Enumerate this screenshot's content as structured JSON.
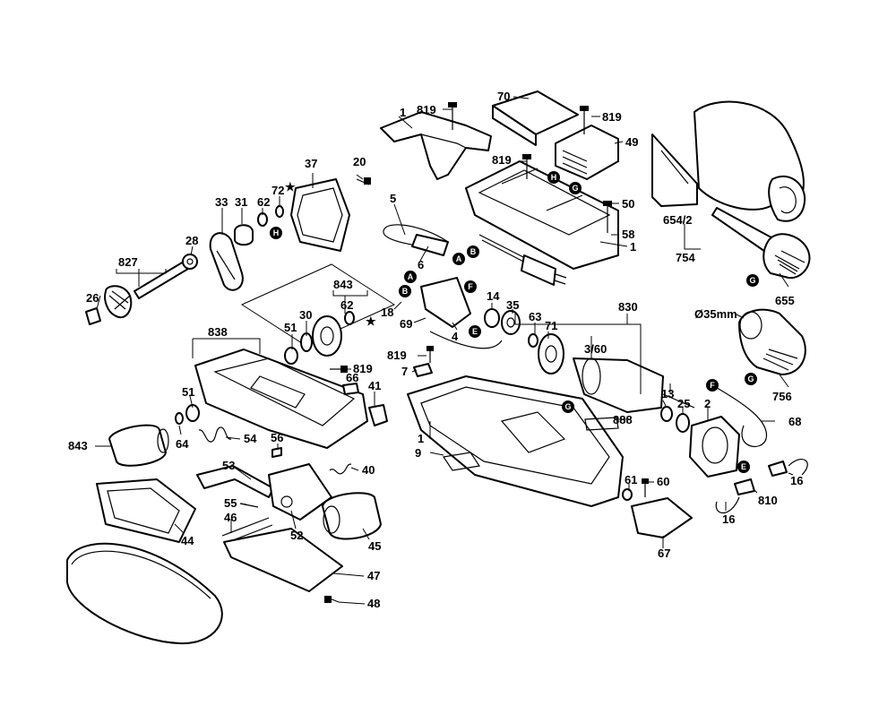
{
  "labels": {
    "l1a": "1",
    "l819a": "819",
    "l70": "70",
    "l819b": "819",
    "l49": "49",
    "l819c": "819",
    "l5": "5",
    "l6": "6",
    "l50": "50",
    "l58": "58",
    "l1b": "1",
    "l654": "654/2",
    "l754": "754",
    "l655": "655",
    "l35mm": "Ø35mm",
    "l756": "756",
    "l37": "37",
    "l20": "20",
    "l72": "72",
    "l62a": "62",
    "l31": "31",
    "l33": "33",
    "l28": "28",
    "l827": "827",
    "l26": "26",
    "l843a": "843",
    "l62b": "62",
    "l18": "18",
    "l30": "30",
    "l51a": "51",
    "l838": "838",
    "l819d": "819",
    "l66": "66",
    "l41": "41",
    "l51b": "51",
    "l64": "64",
    "l843b": "843",
    "l54": "54",
    "l56": "56",
    "l53": "53",
    "l40": "40",
    "l55": "55",
    "l46": "46",
    "l52": "52",
    "l44": "44",
    "l45": "45",
    "l47": "47",
    "l48": "48",
    "l69": "69",
    "l4": "4",
    "l14": "14",
    "l35": "35",
    "l63": "63",
    "l71": "71",
    "l830": "830",
    "l360": "3/60",
    "l819e": "819",
    "l7": "7",
    "l13": "13",
    "l25": "25",
    "l2": "2",
    "l68": "68",
    "l888": "888",
    "l1c": "1",
    "l9": "9",
    "l61": "61",
    "l60": "60",
    "l67": "67",
    "l810": "810",
    "l16a": "16",
    "l16b": "16"
  },
  "callouts": {
    "A1": "A",
    "B1": "B",
    "A2": "A",
    "B2": "B",
    "F1": "F",
    "E1": "E",
    "H1": "H",
    "H2": "H",
    "G1": "G",
    "G2": "G",
    "G3": "G",
    "G4": "G",
    "F2": "F",
    "E2": "E"
  },
  "stars": {
    "s1": "★",
    "s2": "★"
  }
}
